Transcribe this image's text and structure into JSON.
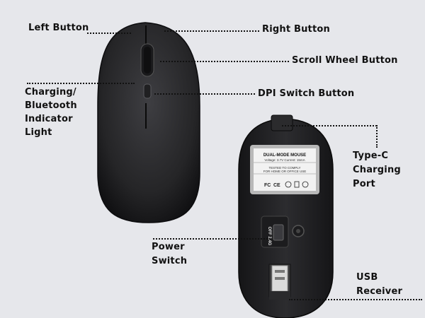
{
  "labels": {
    "left_button": "Left Button",
    "right_button": "Right Button",
    "scroll_wheel": "Scroll Wheel Button",
    "charging_light": [
      "Charging/",
      "Bluetooth",
      "Indicator",
      "Light"
    ],
    "dpi_switch": "DPI Switch Button",
    "type_c": [
      "Type-C",
      "Charging",
      "Port"
    ],
    "power_switch": [
      "Power",
      "Switch"
    ],
    "usb_receiver": [
      "USB",
      "Receiver"
    ]
  },
  "sticker": {
    "title": "DUAL-MODE MOUSE",
    "spec": "Voltage: 3.7V Current: 15mA",
    "compliance_line1": "TESTED TO COMPLY",
    "compliance_line2": "FOR HOME OR OFFICE USE",
    "marks": [
      "FC",
      "CE",
      "UKCA-mark",
      "bin-mark",
      "recycle-mark"
    ]
  },
  "switch_labels": {
    "off": "OFF",
    "mode": "2.4G"
  },
  "colors": {
    "background": "#e6e7eb",
    "mouse_body": "#2a2a2c",
    "sticker": "#f2f2f2",
    "text": "#111111"
  }
}
